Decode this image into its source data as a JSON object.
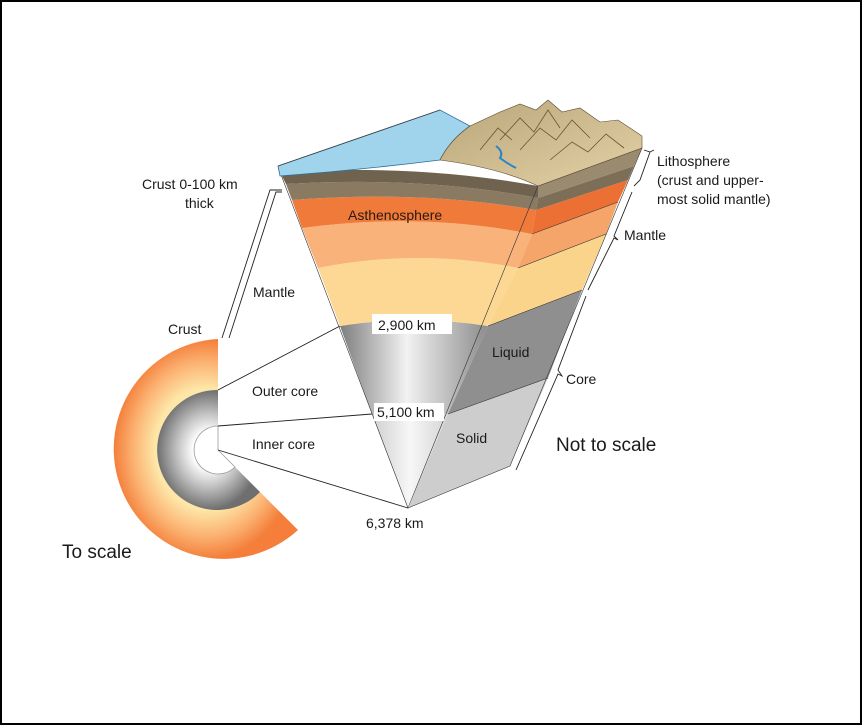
{
  "labels": {
    "crust_thickness_line1": "Crust 0-100 km",
    "crust_thickness_line2": "thick",
    "lithosphere_line1": "Lithosphere",
    "lithosphere_line2": "(crust and upper-",
    "lithosphere_line3": "most solid mantle)",
    "asthenosphere": "Asthenosphere",
    "mantle_right": "Mantle",
    "mantle_left": "Mantle",
    "crust": "Crust",
    "depth_2900": "2,900 km",
    "liquid": "Liquid",
    "core": "Core",
    "outer_core": "Outer core",
    "depth_5100": "5,100 km",
    "inner_core": "Inner core",
    "solid": "Solid",
    "not_to_scale": "Not to scale",
    "depth_6378": "6,378 km",
    "to_scale": "To scale"
  },
  "colors": {
    "ocean": "#9fd4ec",
    "crust": "#8a7a62",
    "asthenosphere": "#f07a3c",
    "upper_mantle": "#f9a870",
    "lower_mantle": "#fcd894",
    "outer_core": "#9a9a9a",
    "inner_core": "#e8e8e8",
    "land": "#d9c59c"
  }
}
